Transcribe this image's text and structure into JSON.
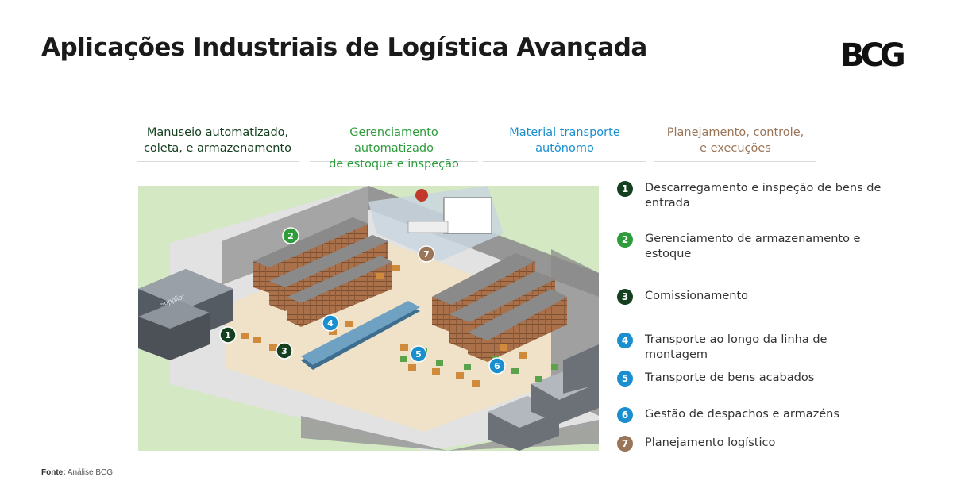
{
  "title": "Aplicações Industriais de Logística Avançada",
  "logo": "BCG",
  "categories": [
    {
      "line1": "Manuseio automatizado,",
      "line2": "coleta, e armazenamento",
      "color": "#14401f"
    },
    {
      "line1": "Gerenciamento automatizado",
      "line2": "de estoque e inspeção",
      "color": "#2e9c3b"
    },
    {
      "line1": "Material transporte",
      "line2": "autônomo",
      "color": "#1a8fd0"
    },
    {
      "line1": "Planejamento, controle,",
      "line2": "e execuções",
      "color": "#9a7558"
    }
  ],
  "legend": [
    {
      "num": "1",
      "text": "Descarregamento e inspeção de bens de entrada",
      "color": "#14401f"
    },
    {
      "num": "2",
      "text": "Gerenciamento de armazenamento e estoque",
      "color": "#2e9c3b"
    },
    {
      "num": "3",
      "text": "Comissionamento",
      "color": "#14401f"
    },
    {
      "num": "4",
      "text": "Transporte ao longo da linha de montagem",
      "color": "#1a8fd0"
    },
    {
      "num": "5",
      "text": "Transporte de bens acabados",
      "color": "#1a8fd0"
    },
    {
      "num": "6",
      "text": "Gestão de despachos e armazéns",
      "color": "#1a8fd0"
    },
    {
      "num": "7",
      "text": "Planejamento logístico",
      "color": "#9a7558"
    }
  ],
  "scene": {
    "truck_text": "Supplier",
    "markers": [
      "2",
      "7",
      "1",
      "3",
      "4",
      "5",
      "6"
    ]
  },
  "source": {
    "label": "Fonte:",
    "text": "Análise BCG"
  }
}
